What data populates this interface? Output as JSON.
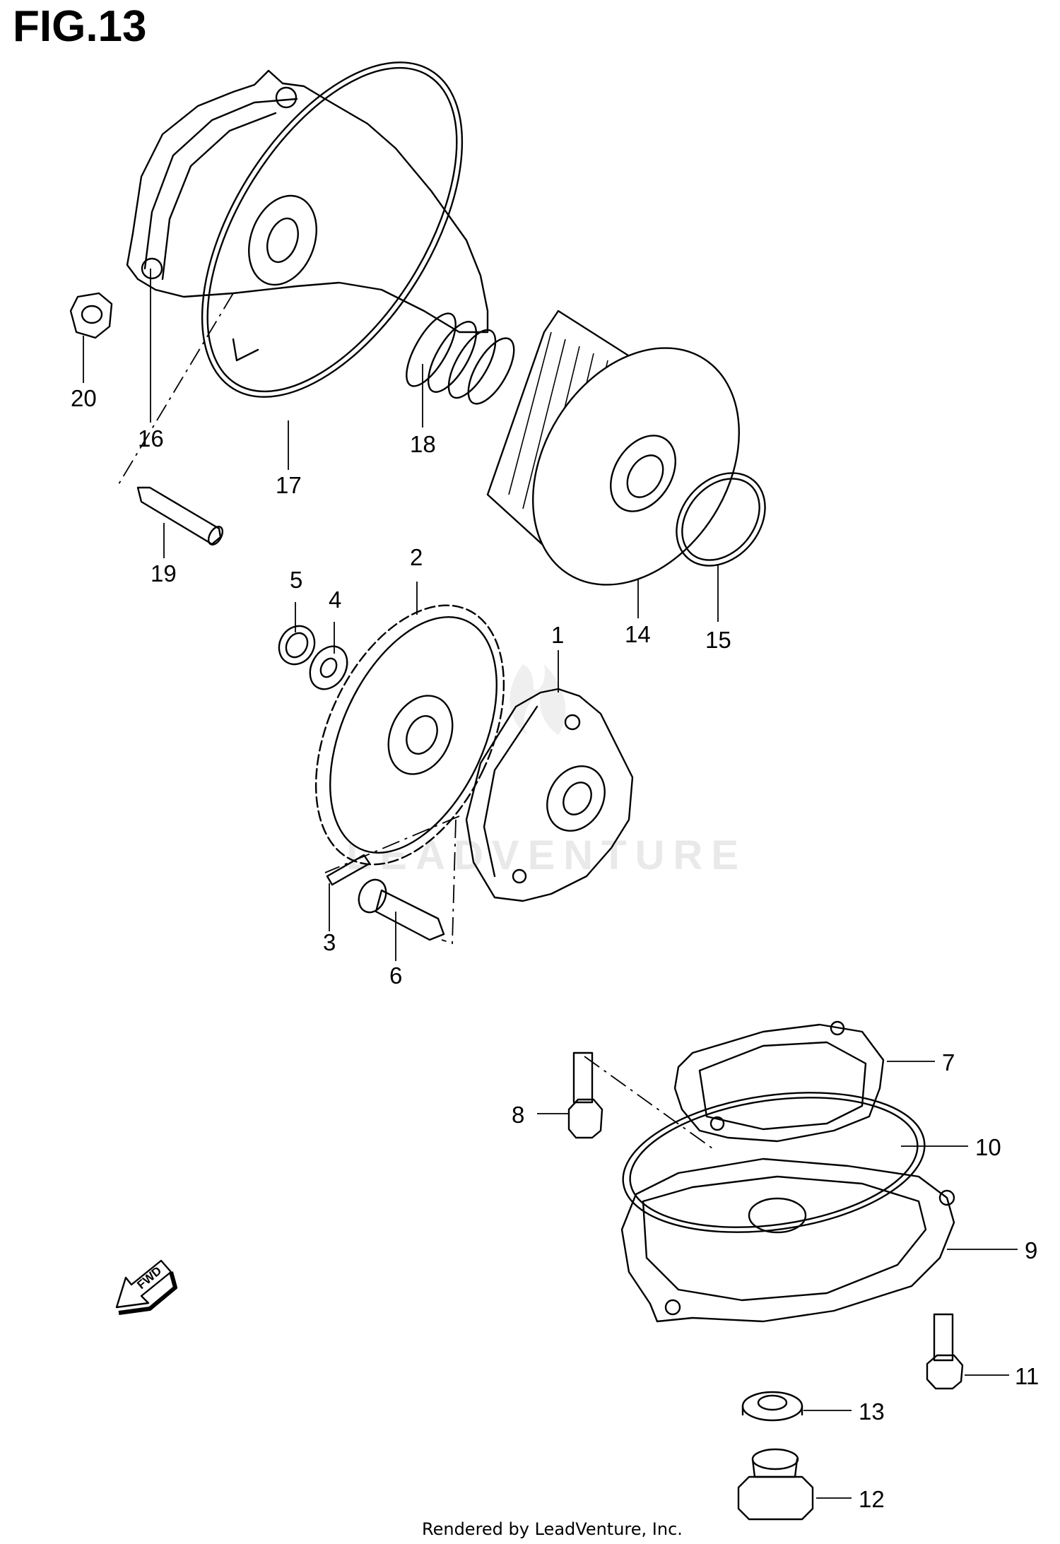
{
  "figure": {
    "title": "FIG.13"
  },
  "callouts": [
    "1",
    "2",
    "3",
    "4",
    "5",
    "6",
    "7",
    "8",
    "9",
    "10",
    "11",
    "12",
    "13",
    "14",
    "15",
    "16",
    "17",
    "18",
    "19",
    "20"
  ],
  "direction_label": "FWD",
  "watermark": "LEADVENTURE",
  "footer": "Rendered by LeadVenture, Inc."
}
